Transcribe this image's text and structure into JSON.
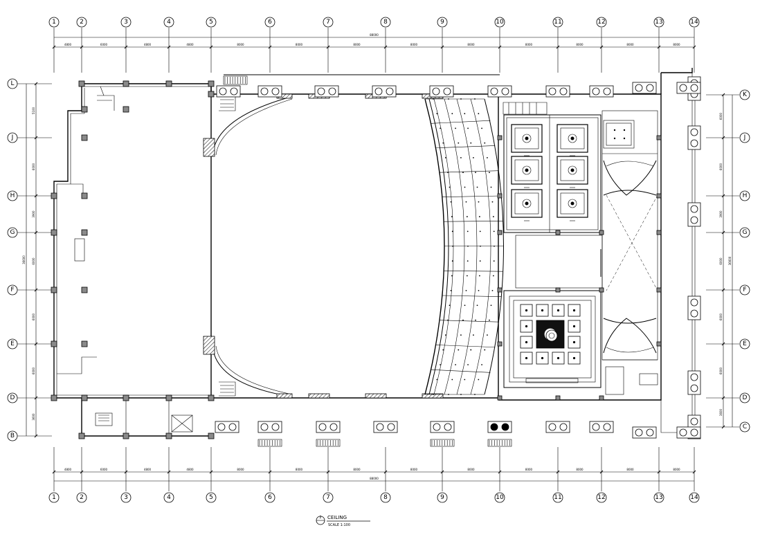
{
  "drawing": {
    "title": "CEILING",
    "scale": "SCALE 1:100",
    "symbol_number": "2"
  },
  "grid": {
    "column_labels": [
      "1",
      "2",
      "3",
      "4",
      "5",
      "6",
      "7",
      "8",
      "9",
      "10",
      "11",
      "12",
      "13",
      "14"
    ],
    "row_labels_left": [
      "L",
      "J",
      "H",
      "G",
      "F",
      "E",
      "D",
      "B"
    ],
    "row_labels_right": [
      "K",
      "J",
      "H",
      "G",
      "F",
      "E",
      "D",
      "C"
    ]
  },
  "dimensions": {
    "top_segments": [
      "4800",
      "6000",
      "4800",
      "4800",
      "8000",
      "8000",
      "8000",
      "8000",
      "8000",
      "8000",
      "8000",
      "8000",
      "8000"
    ],
    "top_total": "88000",
    "bottom_segments": [
      "4800",
      "6000",
      "4800",
      "4800",
      "8000",
      "8000",
      "8000",
      "8000",
      "8000",
      "8000",
      "8000",
      "8000",
      "8000"
    ],
    "bottom_total": "88000",
    "left_segments": [
      "5100",
      "6000",
      "3900",
      "6000",
      "6000",
      "6000",
      "3600"
    ],
    "left_total": "36600",
    "right_segments": [
      "6000",
      "6000",
      "3900",
      "6000",
      "6000",
      "6000",
      "3600"
    ],
    "right_total": "36600"
  },
  "colors": {
    "line": "#000000",
    "column_fill": "#8a8a8a",
    "paper": "#ffffff"
  }
}
